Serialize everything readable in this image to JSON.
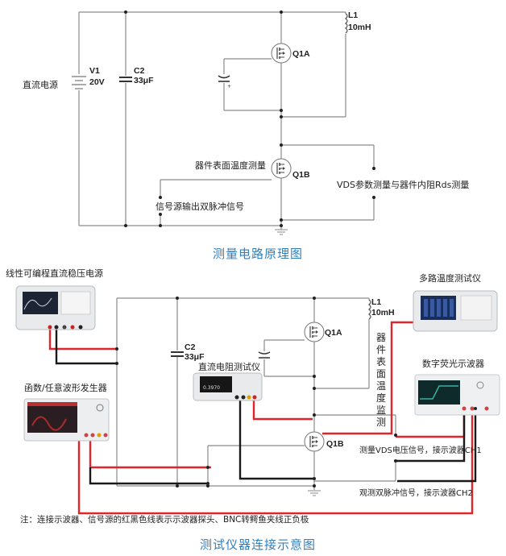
{
  "top_diagram": {
    "caption": "测量电路原理图",
    "power_label": "直流电源",
    "v1": {
      "name": "V1",
      "value": "20V"
    },
    "c2": {
      "name": "C2",
      "value": "33μF"
    },
    "l1": {
      "name": "L1",
      "value": "10mH"
    },
    "q1a": "Q1A",
    "q1b": "Q1B",
    "temp_label": "器件表面温度测量",
    "signal_label": "信号源输出双脉冲信号",
    "vds_label": "VDS参数测量与器件内阻Rds测量"
  },
  "bottom_diagram": {
    "caption": "测试仪器连接示意图",
    "instruments": {
      "dc_power": "线性可编程直流稳压电源",
      "func_gen": "函数/任意波形发生器",
      "dc_resistance": "直流电阻测试仪",
      "multi_temp": "多路温度测试仪",
      "oscilloscope": "数字荧光示波器"
    },
    "c2": {
      "name": "C2",
      "value": "33μF"
    },
    "l1": {
      "name": "L1",
      "value": "10mH"
    },
    "q1a": "Q1A",
    "q1b": "Q1B",
    "temp_monitor_vertical": "器件表面温度监测",
    "ch1_label": "测量VDS电压信号，接示波器CH1",
    "ch2_label": "观测双脉冲信号，接示波器CH2",
    "note": "注：连接示波器、信号源的红黑色线表示示波器探头、BNC转鳄鱼夹线正负极"
  },
  "colors": {
    "wire": "#8a8a8a",
    "red_lead": "#e0262b",
    "black_lead": "#1a1a1a",
    "caption": "#2f7fbf"
  }
}
